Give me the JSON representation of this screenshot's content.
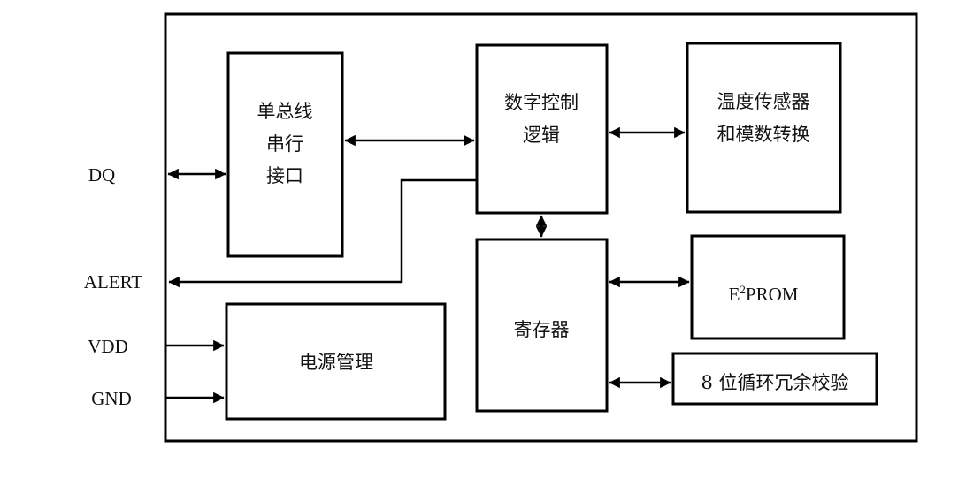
{
  "diagram": {
    "title": "",
    "pins": {
      "dq": "DQ",
      "alert": "ALERT",
      "vdd": "VDD",
      "gnd": "GND"
    },
    "blocks": {
      "serial_interface": {
        "lines": [
          "单总线",
          "串行",
          "接口"
        ]
      },
      "digital_logic": {
        "lines": [
          "数字控制",
          "逻辑"
        ]
      },
      "temp_sensor_adc": {
        "lines": [
          "温度传感器",
          "和模数转换"
        ]
      },
      "register": {
        "lines": [
          "寄存器"
        ]
      },
      "eeprom": {
        "prefix": "E",
        "superscript": "2",
        "suffix": "PROM"
      },
      "crc": {
        "lines": [
          "8 位循环冗余校验"
        ]
      },
      "power_management": {
        "lines": [
          "电源管理"
        ]
      }
    },
    "connections": [
      {
        "from": "DQ",
        "to": "serial_interface",
        "direction": "bidirectional"
      },
      {
        "from": "serial_interface",
        "to": "digital_logic",
        "direction": "bidirectional"
      },
      {
        "from": "digital_logic",
        "to": "temp_sensor_adc",
        "direction": "bidirectional"
      },
      {
        "from": "digital_logic",
        "to": "register",
        "direction": "bidirectional"
      },
      {
        "from": "register",
        "to": "eeprom",
        "direction": "bidirectional"
      },
      {
        "from": "register",
        "to": "crc",
        "direction": "bidirectional"
      },
      {
        "from": "digital_logic",
        "to": "ALERT",
        "direction": "output"
      },
      {
        "from": "VDD",
        "to": "power_management",
        "direction": "input"
      },
      {
        "from": "GND",
        "to": "power_management",
        "direction": "input"
      }
    ]
  }
}
